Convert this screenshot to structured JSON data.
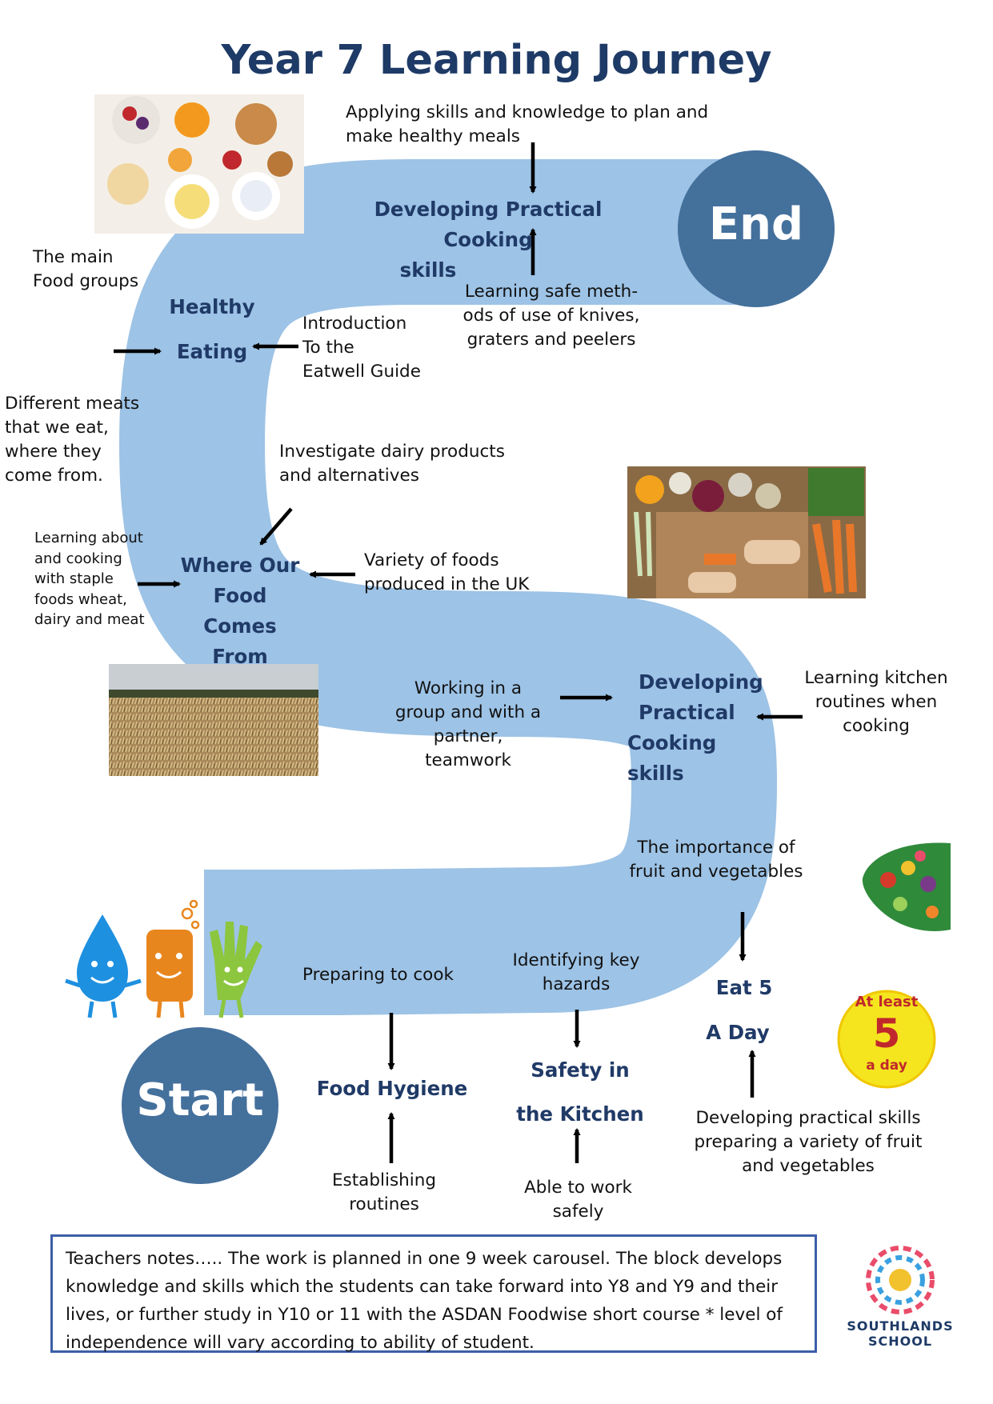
{
  "title": "Year 7 Learning Journey",
  "path": {
    "color": "#9dc3e6",
    "circle_color": "#44709c"
  },
  "end_label": "End",
  "start_label": "Start",
  "stages": {
    "developing_cooking_top": [
      "Developing Practical Cooking",
      "skills"
    ],
    "healthy_eating": [
      "Healthy",
      "Eating"
    ],
    "where_food": [
      "Where Our",
      "Food Comes",
      "From"
    ],
    "developing_cooking_mid": [
      "Developing",
      "Practical",
      "Cooking skills"
    ],
    "eat5": [
      "Eat 5",
      "A Day"
    ],
    "safety": [
      "Safety in",
      "the Kitchen"
    ],
    "food_hygiene": "Food Hygiene"
  },
  "notes_text": {
    "applying": [
      "Applying skills and knowledge to plan and",
      "make healthy meals"
    ],
    "knives": [
      "Learning safe meth-",
      "ods of use of knives,",
      "graters and peelers"
    ],
    "main_food_groups": [
      "The main",
      "Food groups"
    ],
    "eatwell": [
      "Introduction",
      "To the",
      "Eatwell Guide"
    ],
    "meats": [
      "Different meats",
      "that we eat,",
      "where they",
      "come from."
    ],
    "dairy": [
      "Investigate dairy products",
      "and alternatives"
    ],
    "staple": [
      "Learning about",
      "and cooking",
      "with staple",
      "foods wheat,",
      "dairy and meat"
    ],
    "uk_foods": [
      "Variety of foods",
      "produced in the UK"
    ],
    "teamwork": [
      "Working in a",
      "group and with a",
      "partner,",
      "teamwork"
    ],
    "routines_kitchen": [
      "Learning kitchen",
      "routines when",
      "cooking"
    ],
    "fruit_veg": [
      "The importance of",
      "fruit and vegetables"
    ],
    "preparing": "Preparing to cook",
    "hazards": [
      "Identifying key",
      "hazards"
    ],
    "practical_fruit": [
      "Developing practical skills",
      "preparing a variety of fruit",
      "and vegetables"
    ],
    "establishing": [
      "Establishing",
      "routines"
    ],
    "work_safely": [
      "Able to work",
      "safely"
    ]
  },
  "badge": {
    "top": "At least",
    "number": "5",
    "bottom": "a day"
  },
  "logo": {
    "text": "SOUTHLANDS SCHOOL"
  },
  "teachers_notes": "Teachers notes…..   The work is planned in one 9 week carousel. The block develops knowledge and skills which the students can take forward into Y8 and Y9 and their lives, or further study in Y10 or 11 with the ASDAN Foodwise short course * level of independence will vary according to ability of student.",
  "icons": [
    "breakfast-photo",
    "vegetables-photo",
    "wheat-field-photo",
    "eatwell-plate-icon",
    "water-drop-character-icon",
    "sponge-character-icon",
    "hand-character-icon"
  ]
}
